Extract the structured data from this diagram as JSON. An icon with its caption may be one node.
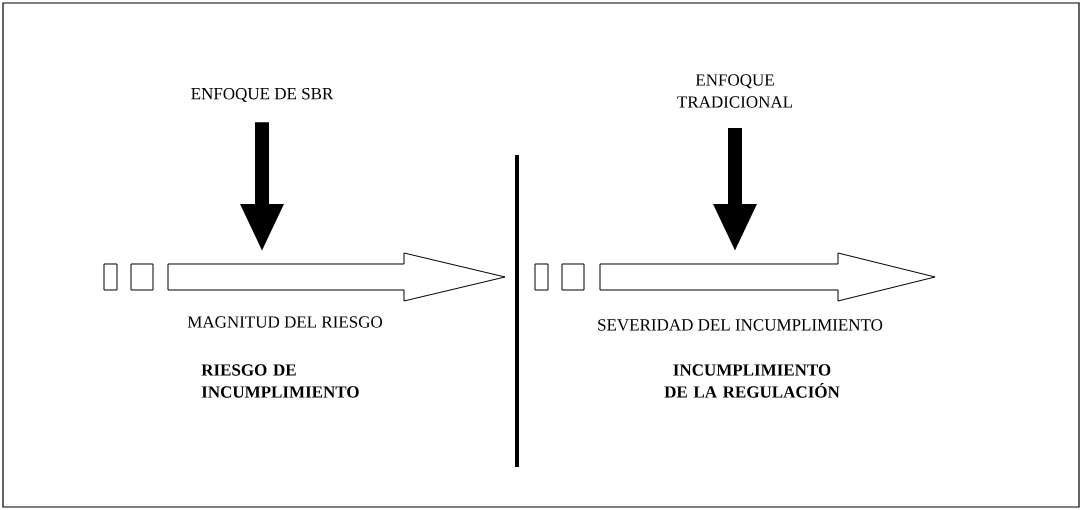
{
  "diagram": {
    "nodes": [
      {
        "text": [
          "ENFOQUE DE SBR"
        ]
      },
      {
        "text": [
          "ENFOQUE TRADICIONAL"
        ]
      }
    ],
    "edges": [
      {
        "from": 0,
        "to": null,
        "arrow": "to"
      },
      {
        "from": 1,
        "to": null,
        "arrow": "to"
      }
    ],
    "labels": [
      "MAGNITUD DEL RIESGO",
      "SEVERIDAD DEL INCUMPLIMIENTO",
      "**RIESGO DE INCUMPLIMIENTO**",
      "**INCUMPLIMIENTO DE LA REGULACIÓN**"
    ]
  }
}
